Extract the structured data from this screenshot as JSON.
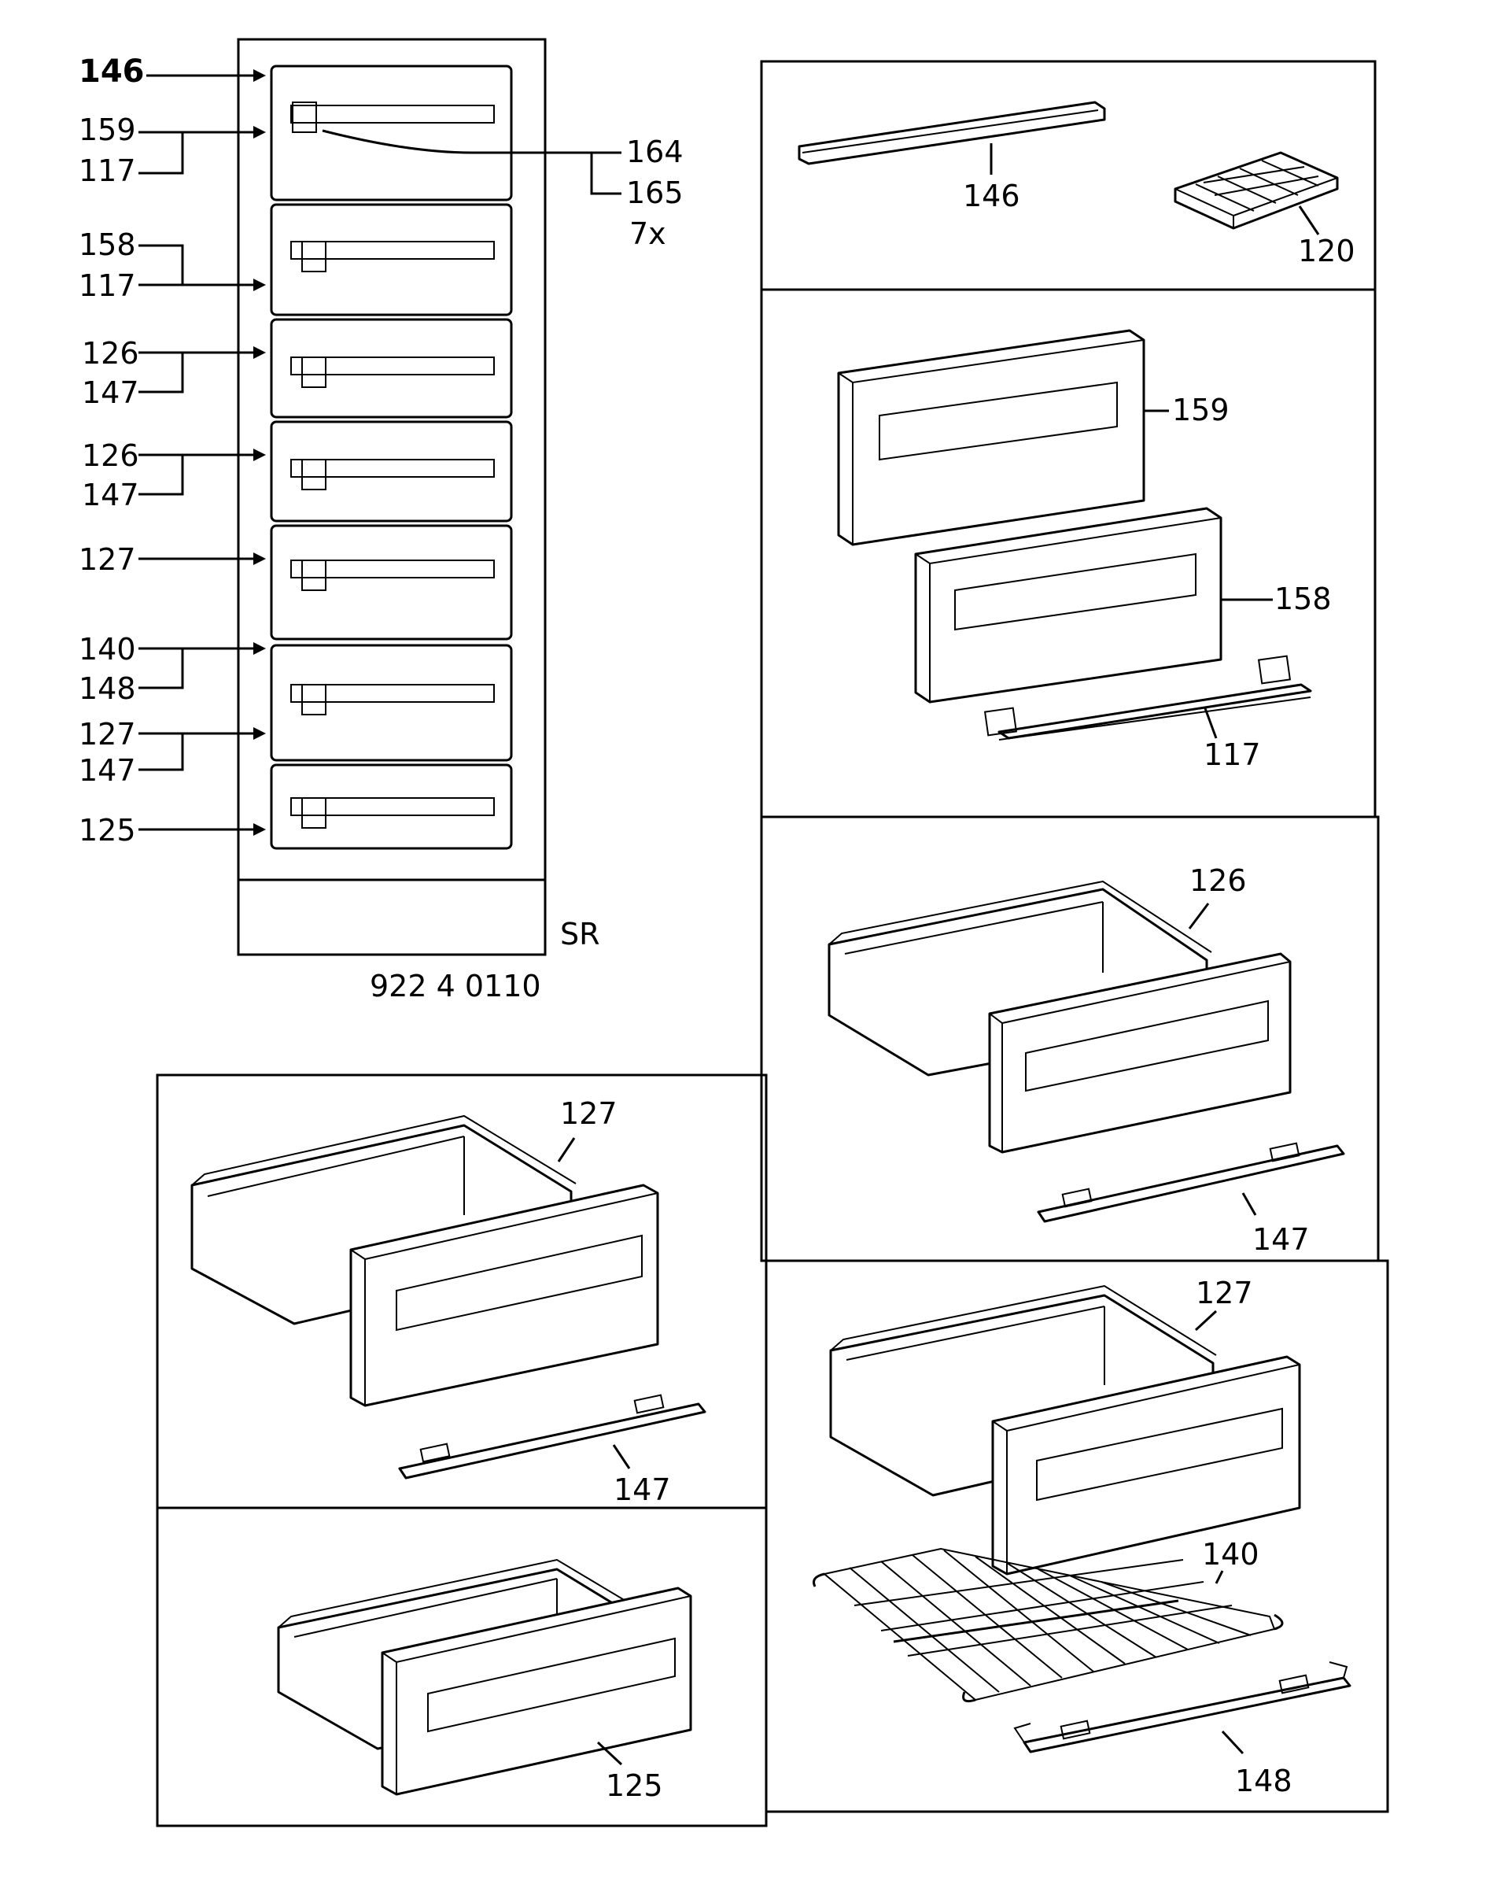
{
  "overview": {
    "left_labels": [
      "146",
      "159",
      "117",
      "158",
      "117",
      "126",
      "147",
      "126",
      "147",
      "127",
      "140",
      "148",
      "127",
      "147",
      "125"
    ],
    "right_labels": [
      "164",
      "165",
      "7x"
    ],
    "variant": "SR",
    "model_number": "922 4 0110"
  },
  "parts": {
    "p146": "146",
    "p120": "120",
    "p159": "159",
    "p158": "158",
    "p117": "117",
    "p126": "126",
    "p147_right": "147",
    "p127_left": "127",
    "p147_left": "147",
    "p127_right": "127",
    "p140": "140",
    "p148": "148",
    "p125": "125"
  }
}
